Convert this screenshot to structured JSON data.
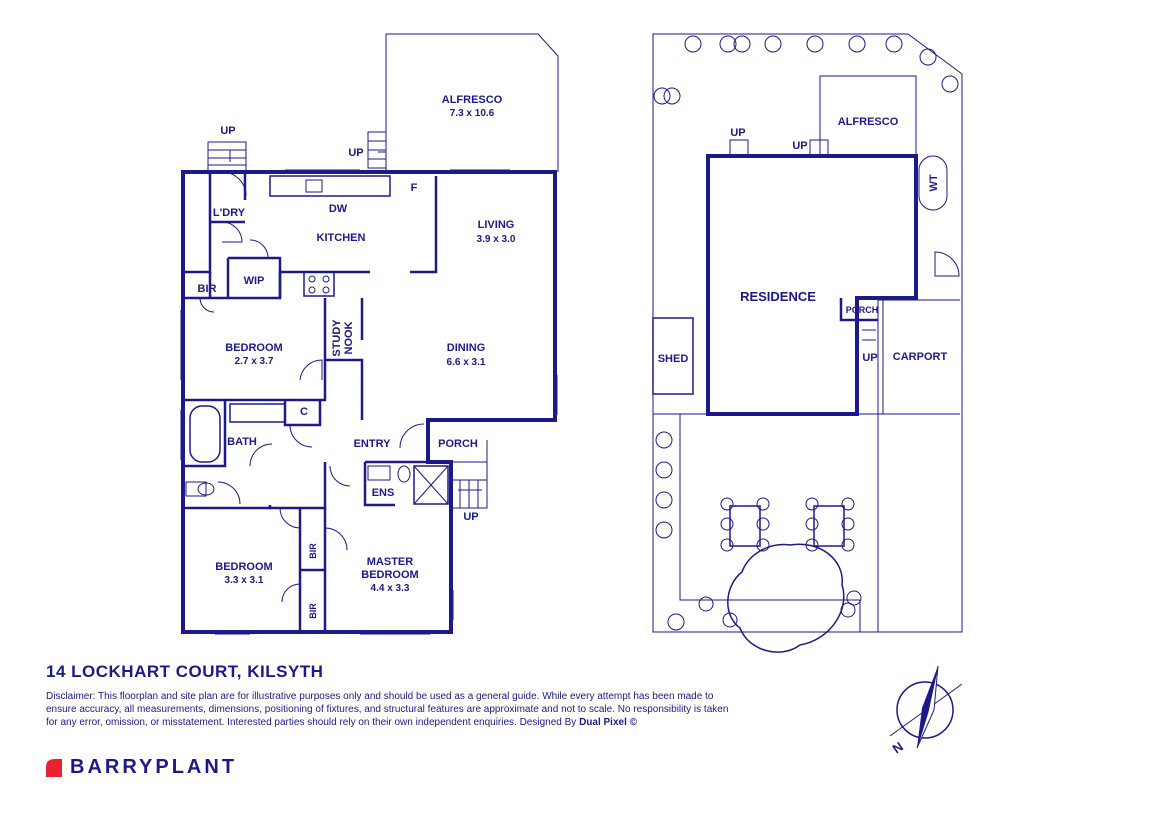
{
  "colors": {
    "ink": "#1c1a8a",
    "brand_red": "#e8232f",
    "background": "#ffffff"
  },
  "floorplan": {
    "rooms": {
      "alfresco": {
        "name": "ALFRESCO",
        "size": "7.3 x 10.6"
      },
      "up_laundry": "UP",
      "up_alfresco": "UP",
      "laundry": "L'DRY",
      "dw": "DW",
      "fridge": "F",
      "kitchen": "KITCHEN",
      "living": {
        "name": "LIVING",
        "size": "3.9 x 3.0"
      },
      "wip": "WIP",
      "bir_top": "BIR",
      "bedroom1": {
        "name": "BEDROOM",
        "size": "2.7 x 3.7"
      },
      "study_line1": "STUDY",
      "study_line2": "NOOK",
      "dining": {
        "name": "DINING",
        "size": "6.6 x 3.1"
      },
      "cupboard": "C",
      "bath": "BATH",
      "entry": "ENTRY",
      "porch": "PORCH",
      "ens": "ENS",
      "up_porch": "UP",
      "bedroom2": {
        "name": "BEDROOM",
        "size": "3.3 x 3.1"
      },
      "bir_mid": "BIR",
      "bir_low": "BIR",
      "master": {
        "line1": "MASTER",
        "line2": "BEDROOM",
        "size": "4.4 x 3.3"
      }
    }
  },
  "siteplan": {
    "alfresco": "ALFRESCO",
    "up1": "UP",
    "up2": "UP",
    "wt": "WT",
    "residence": "RESIDENCE",
    "porch": "PORCH",
    "up3": "UP",
    "carport": "CARPORT",
    "shed": "SHED"
  },
  "compass": {
    "north": "N"
  },
  "footer": {
    "address": "14 LOCKHART COURT, KILSYTH",
    "disclaimer": "Disclaimer: This floorplan and site plan are for illustrative purposes only and should be used as a general guide. While every attempt has been made to ensure accuracy, all measurements, dimensions, positioning of fixtures, and structural features are approximate and not to scale. No responsibility is taken for any error, omission, or misstatement. Interested parties should rely on their own independent enquiries. Designed By",
    "designer": "Dual Pixel ©",
    "brand": "BARRYPLANT"
  }
}
